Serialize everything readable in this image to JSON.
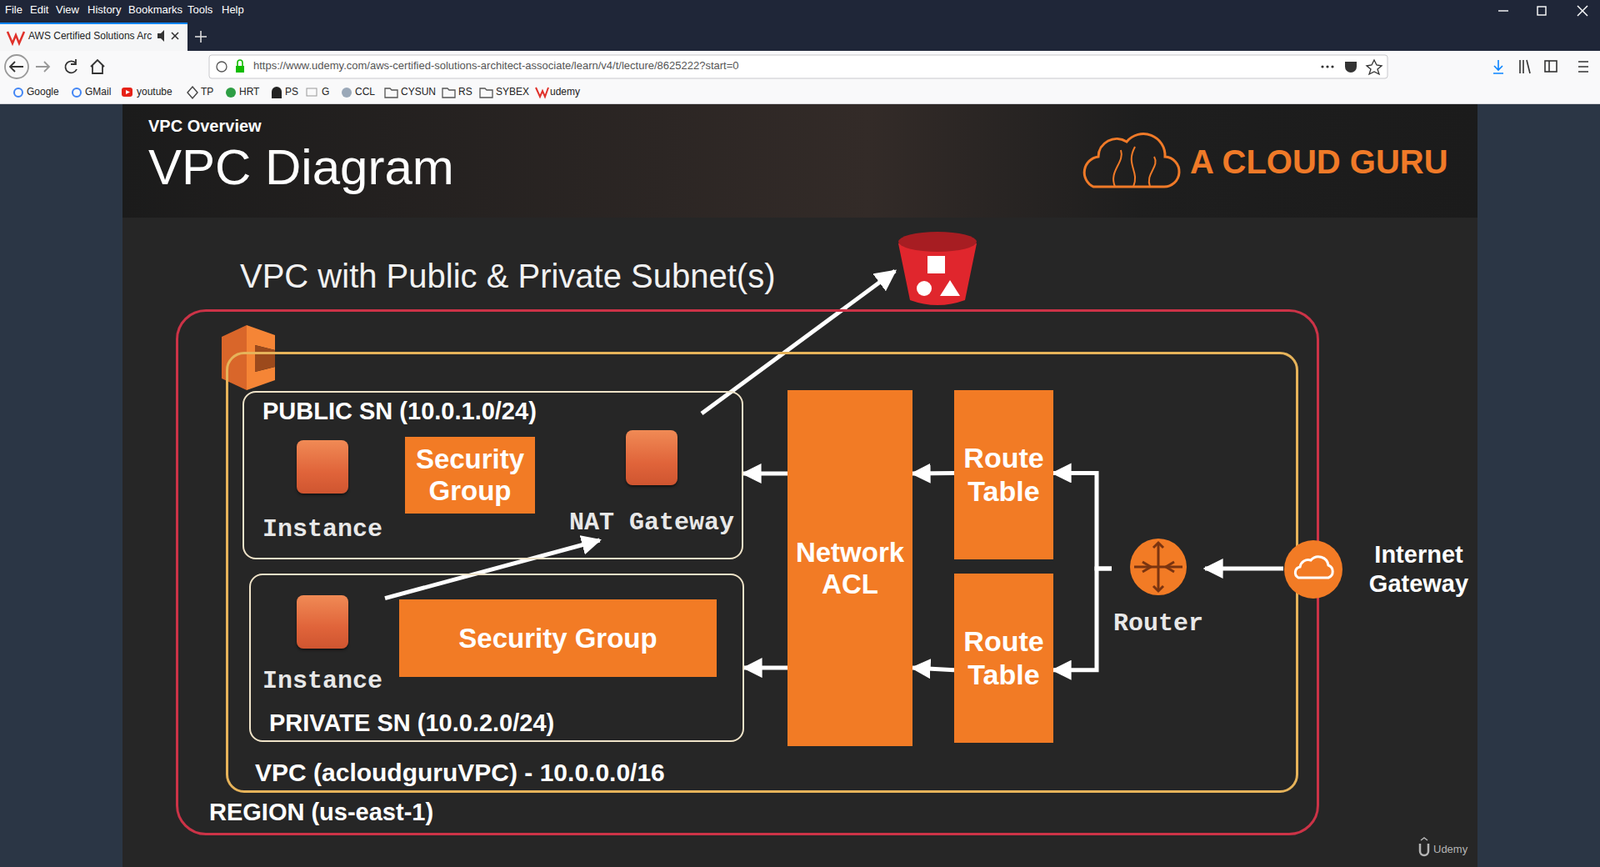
{
  "diagram": {
    "title": "VPC Diagram",
    "nodes": [
      {
        "text": [
          "REGION (us-east-1)"
        ]
      },
      {
        "text": [
          "VPC (acloudguruVPC) - 10.0.0.0/16"
        ],
        "in": 0
      },
      {
        "text": [
          "PUBLIC SN (10.0.1.0/24)"
        ],
        "in": 1
      },
      {
        "text": [
          "Instance"
        ],
        "in": 2
      },
      {
        "text": [
          "Security Group"
        ],
        "in": 2
      },
      {
        "text": [
          "NAT Gateway"
        ],
        "in": 2
      },
      {
        "text": [
          "PRIVATE SN (10.0.2.0/24)"
        ],
        "in": 1
      },
      {
        "text": [
          "Instance"
        ],
        "in": 6
      },
      {
        "text": [
          "Security Group"
        ],
        "in": 6
      },
      {
        "text": [
          "Network ACL"
        ],
        "in": 1
      },
      {
        "text": [
          "Route Table"
        ],
        "in": 1
      },
      {
        "text": [
          "Route Table"
        ],
        "in": 1
      },
      {
        "text": [
          "Router"
        ],
        "in": 1
      },
      {
        "text": [
          "Internet Gateway"
        ]
      }
    ],
    "edges": [
      {
        "from": 13,
        "to": 12,
        "arrow": "to"
      },
      {
        "from": 12,
        "to": 10,
        "arrow": "to"
      },
      {
        "from": 12,
        "to": 11,
        "arrow": "to"
      },
      {
        "from": 10,
        "to": 9,
        "arrow": "to"
      },
      {
        "from": 11,
        "to": 9,
        "arrow": "to"
      },
      {
        "from": 9,
        "to": 2,
        "arrow": "to"
      },
      {
        "from": 9,
        "to": 6,
        "arrow": "to"
      },
      {
        "from": 7,
        "to": 5,
        "arrow": "to"
      }
    ],
    "labels": [
      "VPC Overview",
      "VPC with Public & Private Subnet(s)",
      "A CLOUD GURU",
      "Udemy",
      "File",
      "Edit",
      "View",
      "History",
      "Bookmarks",
      "Tools",
      "Help",
      "AWS Certified Solutions Arc",
      "https://www.udemy.com/aws-certified-solutions-architect-associate/learn/v4/t/lecture/8625222?start=0",
      "Google",
      "GMail",
      "youtube",
      "TP",
      "HRT",
      "PS",
      "G",
      "CCL",
      "CYSUN",
      "RS",
      "SYBEX",
      "udemy"
    ]
  }
}
